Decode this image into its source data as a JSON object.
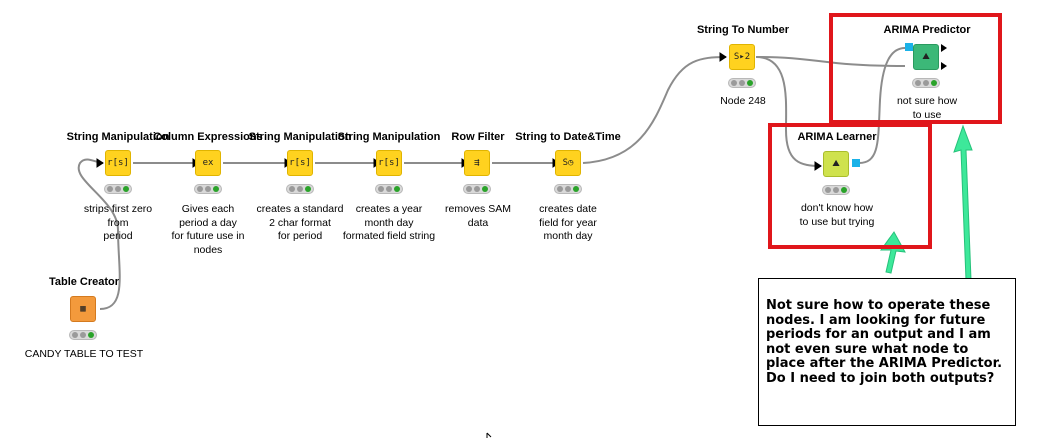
{
  "nodes": {
    "string_manipulation_1": {
      "title": "String Manipulation",
      "desc": [
        "strips first zero",
        "from",
        "period"
      ],
      "glyph": "r[s]"
    },
    "column_expressions": {
      "title": "Column Expressions",
      "desc": [
        "Gives each",
        "period a day",
        "for future use in",
        "nodes"
      ],
      "glyph": "ex"
    },
    "string_manipulation_2": {
      "title": "String Manipulation",
      "desc": [
        "creates a standard",
        "2 char format",
        "for period"
      ],
      "glyph": "r[s]"
    },
    "string_manipulation_3": {
      "title": "String Manipulation",
      "desc": [
        "creates a year",
        "month day",
        "formated field string"
      ],
      "glyph": "r[s]"
    },
    "row_filter": {
      "title": "Row Filter",
      "desc": [
        "removes SAM",
        "data"
      ],
      "glyph": "⇶"
    },
    "string_to_datetime": {
      "title": "String to Date&Time",
      "desc": [
        "creates date",
        "field for year",
        "month day"
      ],
      "glyph": "S◷"
    },
    "string_to_number": {
      "title": "String To Number",
      "desc": [
        "Node 248"
      ],
      "glyph": "S▸2"
    },
    "arima_learner": {
      "title": "ARIMA Learner",
      "desc": [
        "don't know how",
        "to use but trying"
      ],
      "glyph": "⛰"
    },
    "arima_predictor": {
      "title": "ARIMA Predictor",
      "desc": [
        "not sure how",
        "to use"
      ],
      "glyph": "⛰"
    },
    "table_creator": {
      "title": "Table Creator",
      "desc": [
        "CANDY TABLE TO TEST"
      ],
      "glyph": "▦"
    }
  },
  "note": {
    "text": "Not sure how to operate these nodes.  I am looking for future periods for an output and I am not even sure what node to place after the ARIMA Predictor.  Do I need to join both outputs?"
  },
  "colors": {
    "highlight_red": "#e0161b",
    "arrow_green": "#3de89a",
    "node_yellow": "#ffd21f",
    "node_orange": "#f39a3c",
    "node_lime": "#cfe24d",
    "node_green": "#3cb878",
    "port_blue": "#1ab2e8"
  }
}
